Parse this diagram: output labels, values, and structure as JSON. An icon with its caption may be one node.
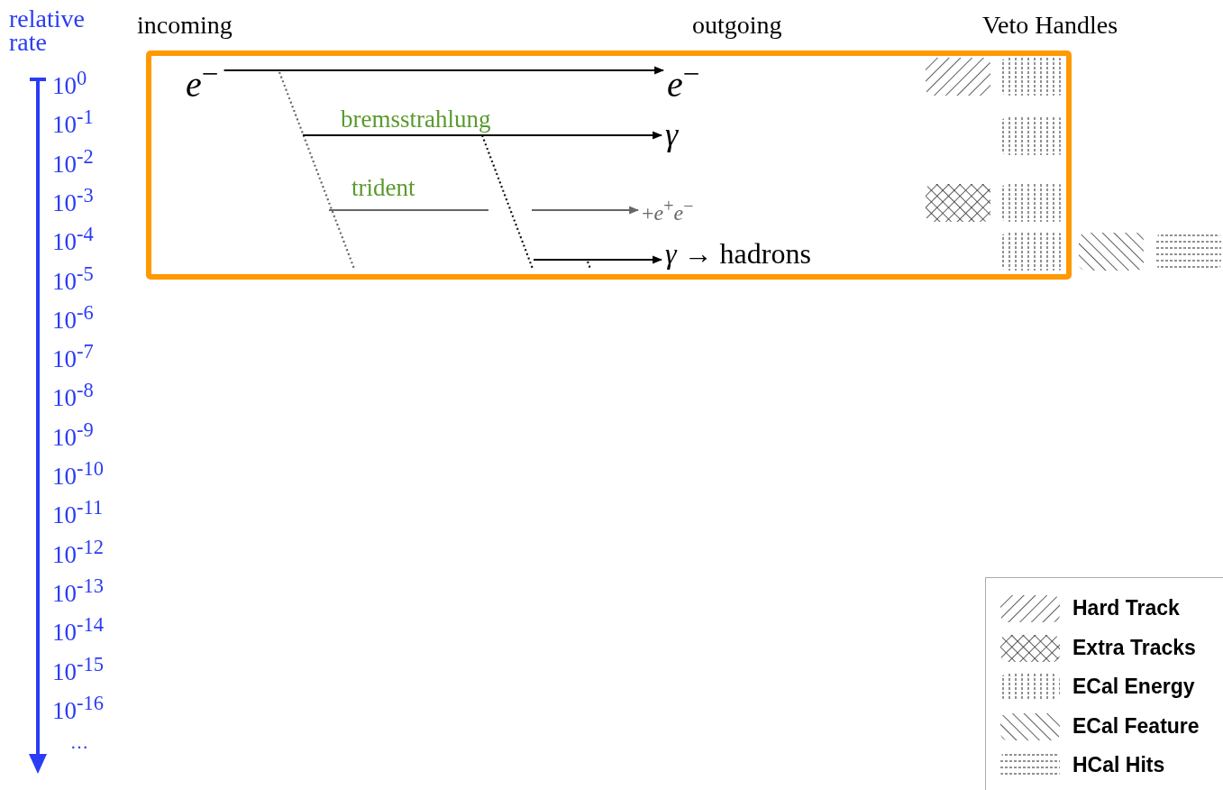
{
  "diagram": {
    "nodes": [
      {
        "text": [],
        "shape": "box"
      },
      {
        "text": [
          "*e*$^{−}$"
        ],
        "in": 0
      },
      {
        "text": [
          "*e*$^{−}$"
        ],
        "in": 0
      },
      {
        "text": [
          "*γ*"
        ],
        "in": 0
      },
      {
        "text": [
          "+*e*$^{+}$*e*$^{−}$"
        ],
        "in": 0
      },
      {
        "text": [
          "*γ* → hadrons"
        ],
        "in": 0
      }
    ],
    "edges": [
      {
        "from": 1,
        "to": 2,
        "arrow": "to"
      },
      {
        "from": null,
        "to": 3,
        "arrow": "to",
        "label": "bremsstrahlung"
      },
      {
        "from": null,
        "to": 4,
        "arrow": "to",
        "label": "trident",
        "color": "#666666"
      },
      {
        "from": null,
        "to": 5,
        "arrow": "to"
      }
    ],
    "labels": [
      "relative rate",
      "incoming",
      "outgoing",
      "Veto Handles",
      "10$^{0}$",
      "10$^{-1}$",
      "10$^{-2}$",
      "10$^{-3}$",
      "10$^{-4}$",
      "10$^{-5}$",
      "10$^{-6}$",
      "10$^{-7}$",
      "10$^{-8}$",
      "10$^{-9}$",
      "10$^{-10}$",
      "10$^{-11}$",
      "10$^{-12}$",
      "10$^{-13}$",
      "10$^{-14}$",
      "10$^{-15}$",
      "10$^{-16}$",
      "…"
    ],
    "legend": [
      {
        "text": "Hard Track"
      },
      {
        "text": "Extra Tracks"
      },
      {
        "text": "ECal Energy"
      },
      {
        "text": "ECal Feature"
      },
      {
        "text": "HCal Hits"
      }
    ]
  }
}
